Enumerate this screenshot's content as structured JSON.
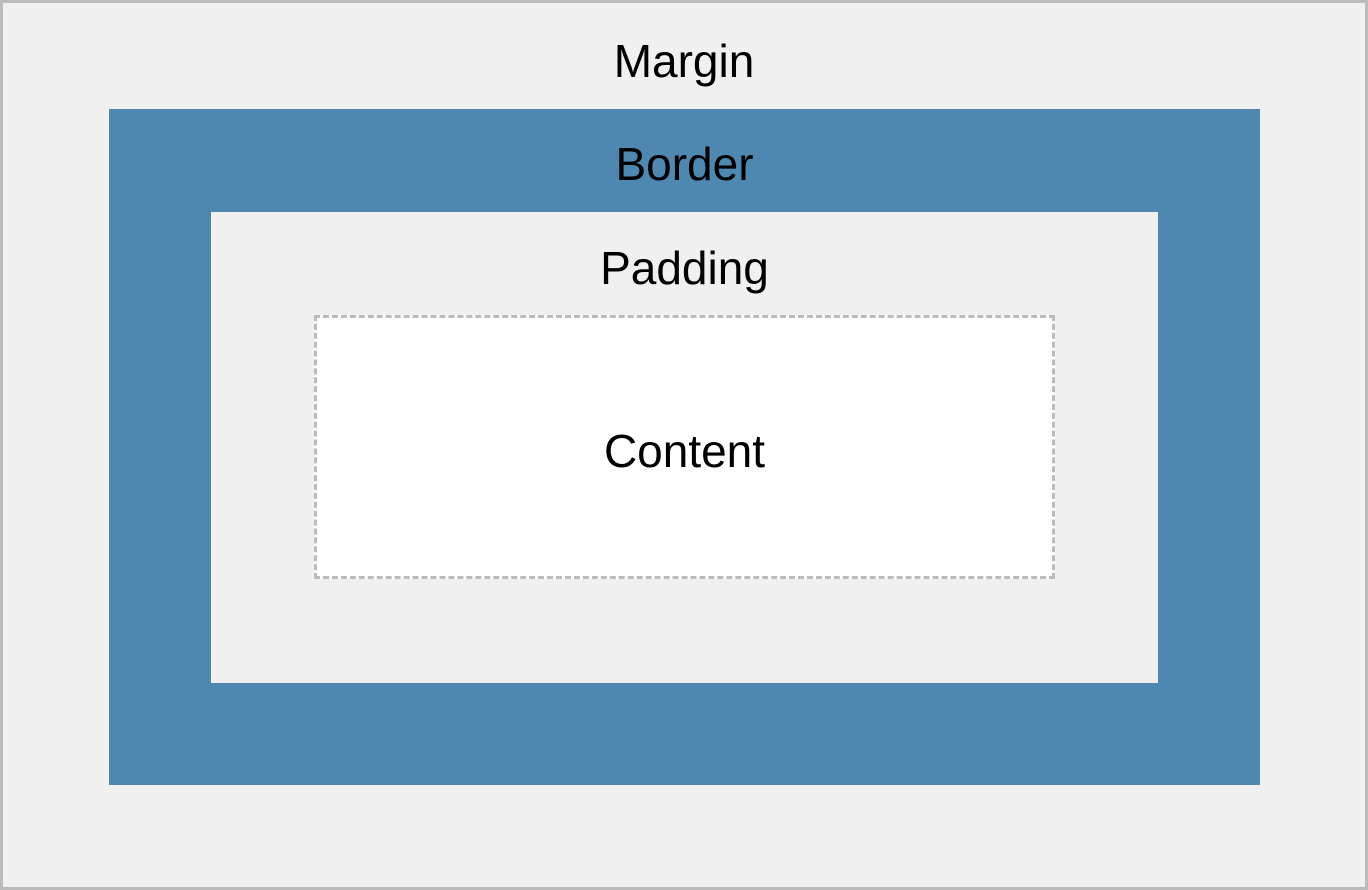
{
  "diagram": {
    "layers": {
      "margin": {
        "label": "Margin",
        "color": "#f0f0f0"
      },
      "border": {
        "label": "Border",
        "color": "#4e87b0"
      },
      "padding": {
        "label": "Padding",
        "color": "#f0f0f0"
      },
      "content": {
        "label": "Content",
        "color": "#ffffff"
      }
    },
    "outline_color": "#bbbbbb"
  }
}
